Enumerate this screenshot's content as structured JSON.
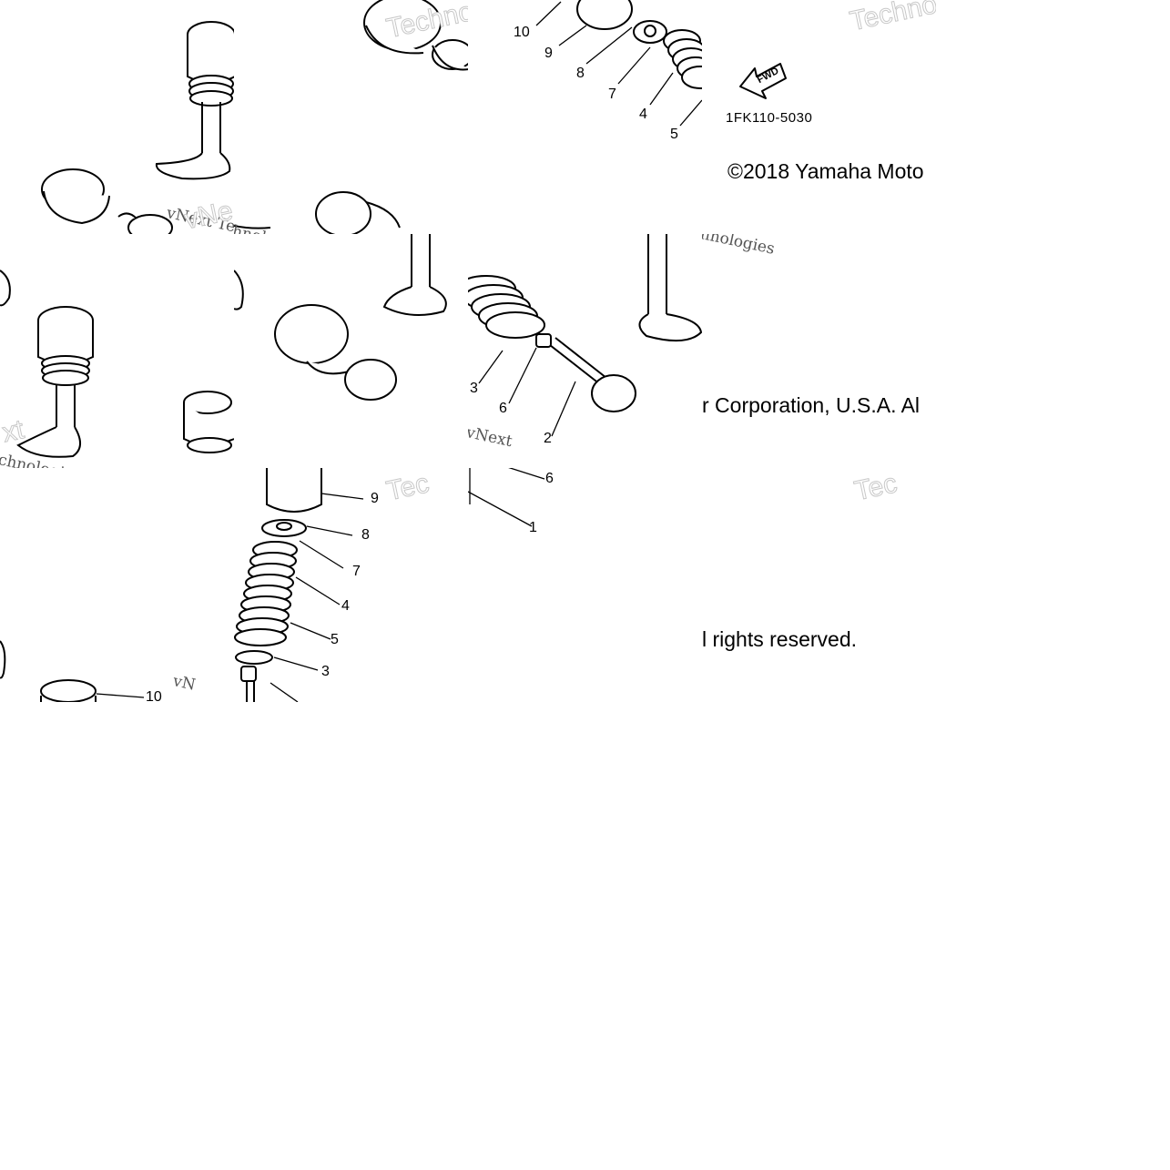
{
  "diagram": {
    "part_number": "1FK110-5030",
    "fwd_label": "FWD",
    "copyright_parts": [
      "©2018 Yamaha Moto",
      "r Corporation, U.S.A. Al",
      "l rights reserved."
    ],
    "watermarks": {
      "small_a": "vNext Tec",
      "small_b": "hnologies",
      "small_c": "vNext",
      "small_d": "chnologies",
      "small_e": "vN",
      "big_a": "Techno",
      "big_b": "Tec",
      "big_c": "vNe",
      "big_d": "xt"
    },
    "callouts": {
      "t3": [
        "10",
        "9",
        "8",
        "7",
        "4",
        "5"
      ],
      "t8": [
        "3",
        "6",
        "2"
      ],
      "t13": [
        "6",
        "1"
      ],
      "t12": [
        "9",
        "8",
        "7",
        "4",
        "5",
        "3"
      ],
      "t11": [
        "10"
      ]
    }
  },
  "colors": {
    "line": "#000000",
    "watermark": "#c8c8c8",
    "background": "#ffffff"
  }
}
